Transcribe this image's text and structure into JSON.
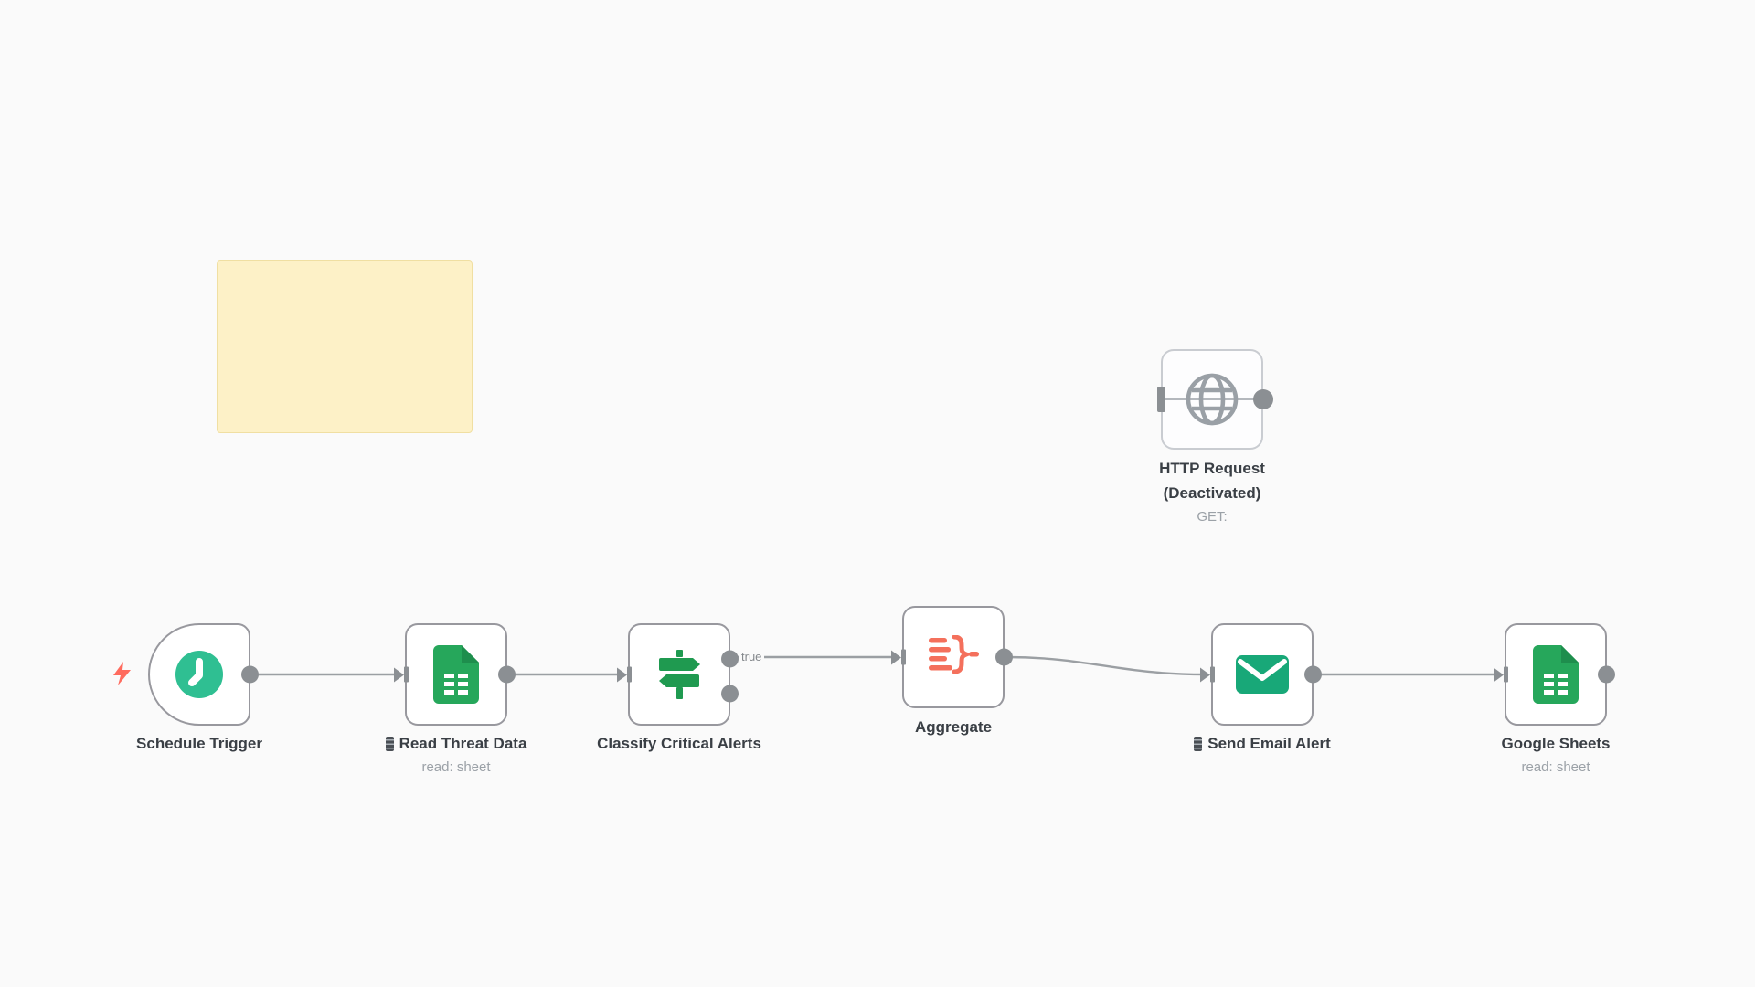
{
  "canvas": {
    "kind": "workflow-editor-canvas"
  },
  "sticky_note": {
    "text": ""
  },
  "nodes": {
    "schedule_trigger": {
      "name": "Schedule Trigger"
    },
    "read_threat_data": {
      "name": "Read Threat Data",
      "subtitle": "read: sheet",
      "pinned": true
    },
    "classify_critical_alerts": {
      "name": "Classify Critical Alerts",
      "true_output_label": "true"
    },
    "aggregate": {
      "name": "Aggregate"
    },
    "send_email_alert": {
      "name": "Send Email Alert",
      "pinned": true
    },
    "google_sheets": {
      "name": "Google Sheets",
      "subtitle": "read: sheet"
    },
    "http_request": {
      "name": "HTTP Request",
      "status": "(Deactivated)",
      "subtitle": "GET:"
    }
  },
  "colors": {
    "canvas_bg": "#fafafa",
    "node_border": "#98989e",
    "connection_line": "#9b9fa3",
    "port_gray": "#8b8f93",
    "trigger_bolt": "#ff6b5e",
    "schedule_icon": "#2fbf92",
    "google_sheets_icon": "#26a75b",
    "signpost_icon": "#1f9a50",
    "aggregate_icon": "#f4705c",
    "email_icon": "#18a878",
    "deactivated_gray": "#9aa0a6",
    "sticky_bg": "#fdf1c7",
    "sticky_border": "#f0dfa2",
    "label_text": "#3a3f45",
    "subtitle_text": "#9ba1a7"
  }
}
